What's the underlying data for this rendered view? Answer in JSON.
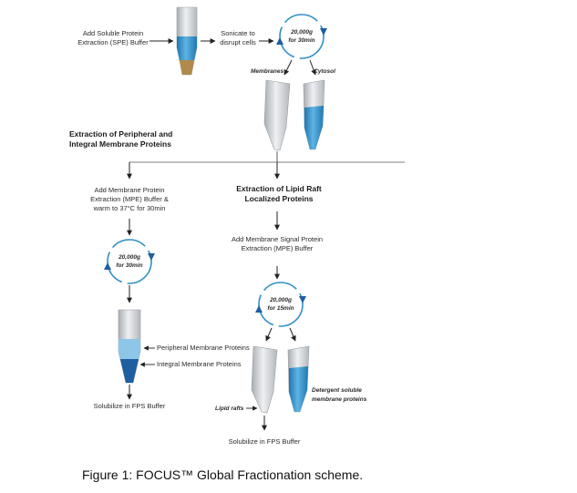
{
  "steps": {
    "add_spe": "Add Soluble Protein\nExtraction (SPE) Buffer",
    "sonicate": "Sonicate to\ndisrupt cells",
    "spin1_speed": "20,000g",
    "spin1_time": "for 30min",
    "membranes": "Membranes",
    "cytosol": "Cytosol",
    "extraction_peripheral": "Extraction of Peripheral and\nIntegral Membrane Proteins",
    "add_mpe": "Add Membrane Protein\nExtraction (MPE) Buffer &\nwarm to 37°C for 30min",
    "extraction_lipid": "Extraction of Lipid Raft\nLocalized Proteins",
    "add_msp": "Add Membrane Signal Protein\nExtraction (MPE) Buffer",
    "spin2_speed": "20,000g",
    "spin2_time": "for 30min",
    "spin3_speed": "20,000g",
    "spin3_time": "for 15min",
    "peripheral_proteins": "Peripheral Membrane Proteins",
    "integral_proteins": "Integral Membrane Proteins",
    "solubilize_left": "Solubilize in FPS Buffer",
    "lipid_rafts": "Lipid rafts",
    "detergent_soluble": "Detergent soluble\nmembrane proteins",
    "solubilize_right": "Solubilize in FPS Buffer"
  },
  "caption": "Figure 1: FOCUS™  Global Fractionation scheme.",
  "colors": {
    "tube_gray": "#c9ccd0",
    "blue": "#2f8fc6",
    "light_blue": "#8ec6e8",
    "dark_blue": "#1d5fa0",
    "pellet": "#b08a4a",
    "arrow": "#222222"
  }
}
